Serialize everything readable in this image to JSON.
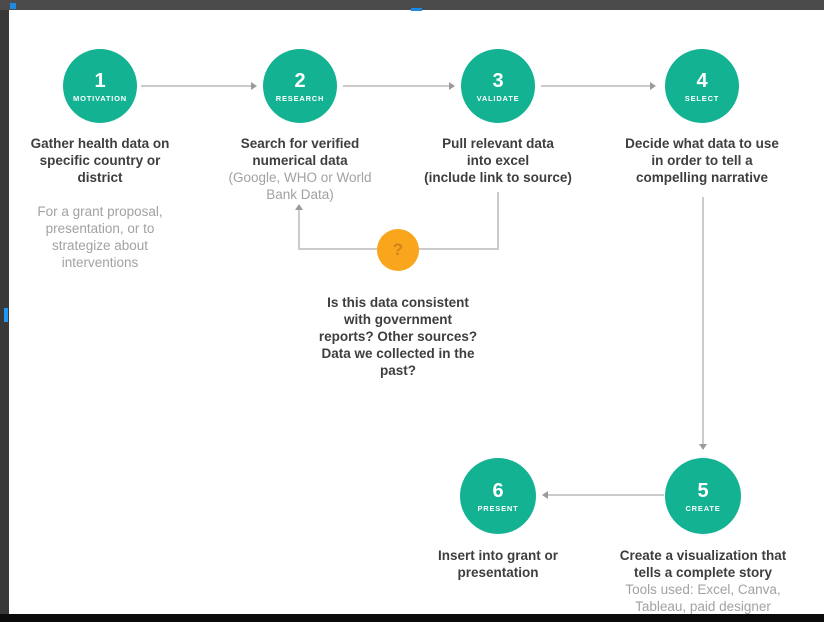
{
  "colors": {
    "teal": "#12b293",
    "orange": "#f9a61d",
    "dark_text": "#3e3e3e",
    "gray_text": "#a2a2a2",
    "line_gray": "#cbcbcb",
    "blue_accent": "#1e88e5"
  },
  "steps": [
    {
      "number": "1",
      "label": "MOTIVATION",
      "title": "Gather health data on\nspecific country or\ndistrict",
      "subtitle": "For a grant proposal,\npresentation, or to\nstrategize about\ninterventions"
    },
    {
      "number": "2",
      "label": "RESEARCH",
      "title": "Search for verified\nnumerical data",
      "subtitle": "(Google, WHO or World\nBank Data)"
    },
    {
      "number": "3",
      "label": "VALIDATE",
      "title": "Pull relevant data\ninto excel\n(include link to source)"
    },
    {
      "number": "4",
      "label": "SELECT",
      "title": "Decide what data to use\nin order to tell a\ncompelling narrative"
    },
    {
      "number": "5",
      "label": "CREATE",
      "title_prefix": "Create a visualization that\ntells a ",
      "title_bold": "complete",
      "title_suffix": " story",
      "subtitle": "Tools used: Excel, Canva,\nTableau, paid designer"
    },
    {
      "number": "6",
      "label": "PRESENT",
      "title": "Insert into grant or\npresentation"
    }
  ],
  "decision": {
    "symbol": "?",
    "question": "Is this data consistent\nwith government\nreports? Other sources?\nData we collected in the\npast?"
  }
}
